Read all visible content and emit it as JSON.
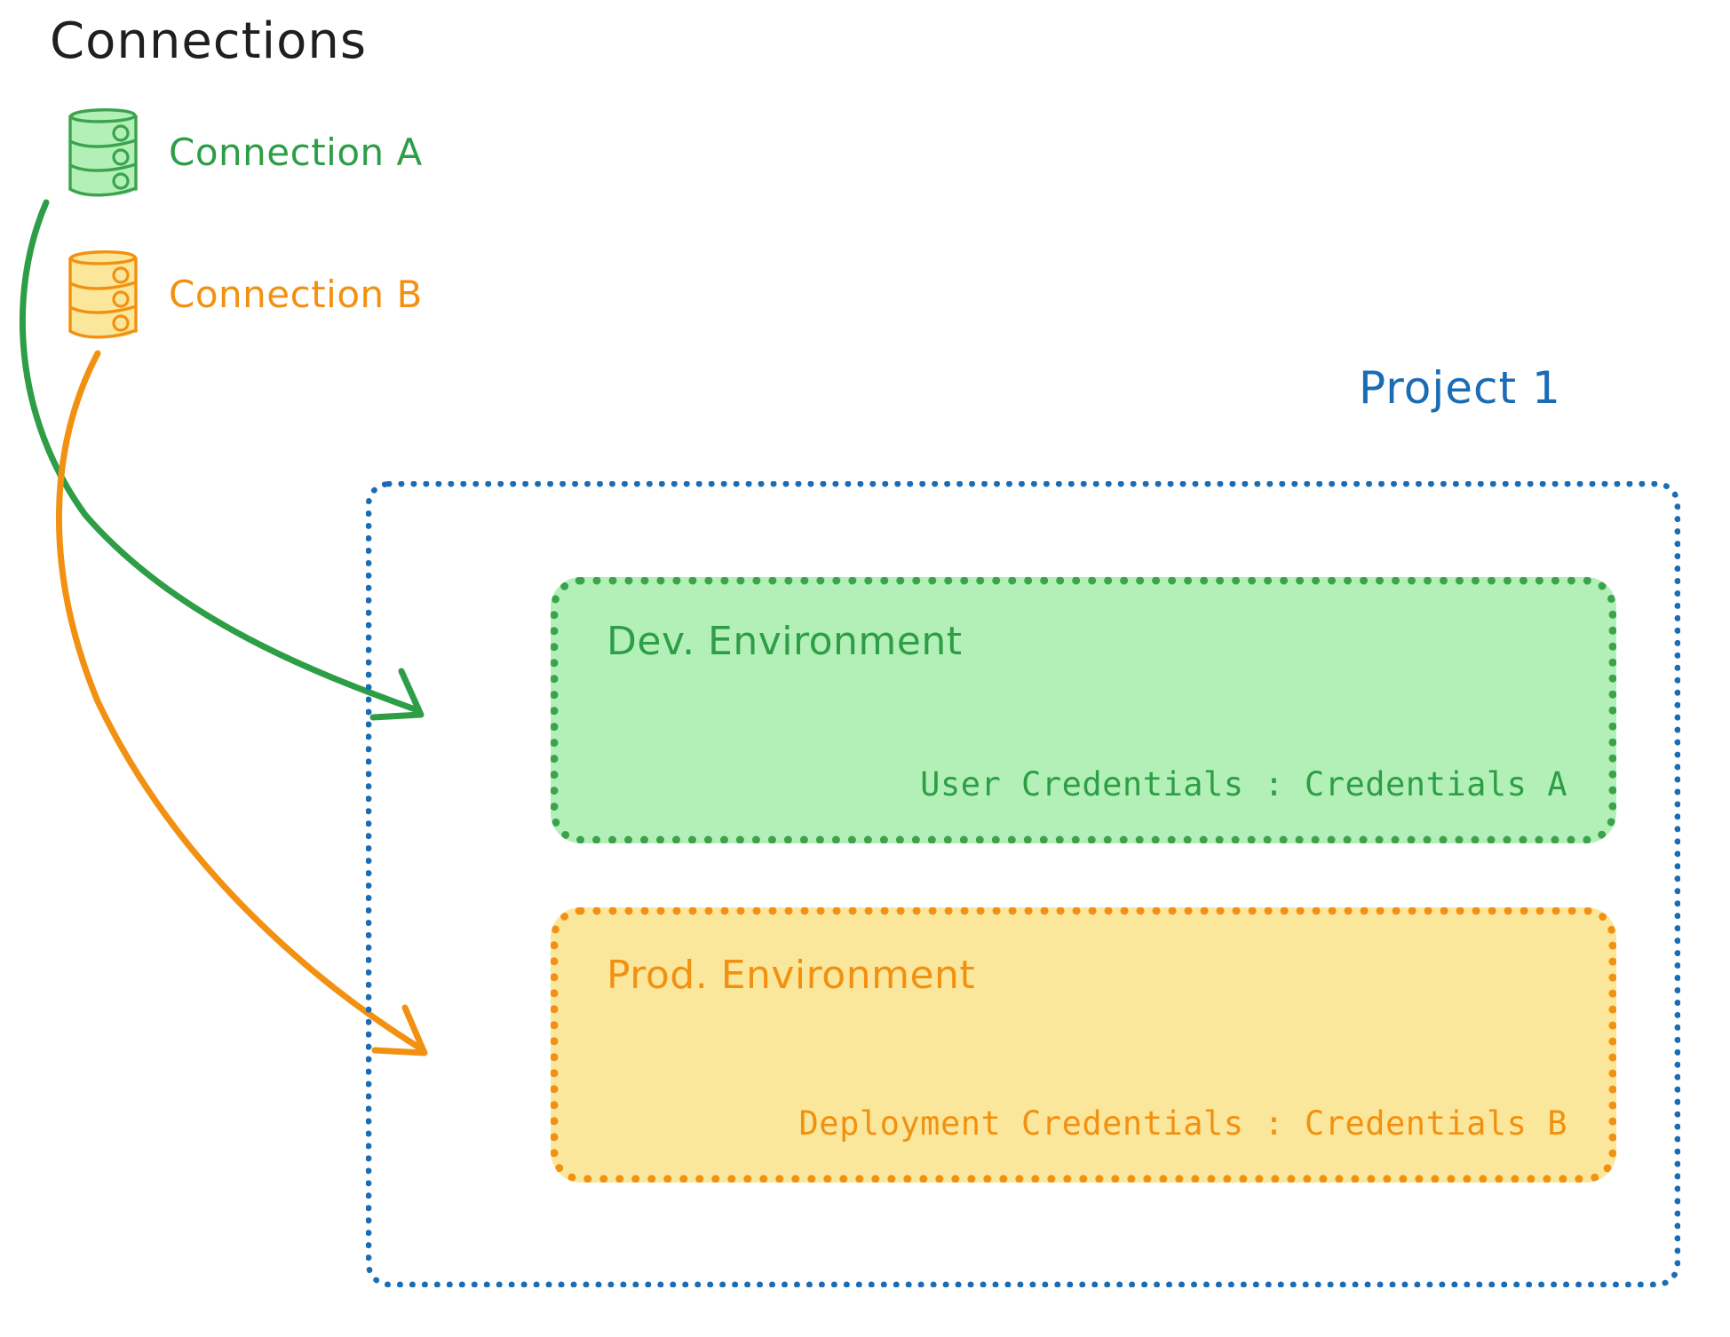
{
  "header": {
    "title": "Connections"
  },
  "connections": [
    {
      "label": "Connection A",
      "icon": "database-icon",
      "color": "#2E9E46"
    },
    {
      "label": "Connection B",
      "icon": "database-icon",
      "color": "#F29111"
    }
  ],
  "project": {
    "title": "Project 1",
    "color": "#1A6CB5",
    "environments": [
      {
        "title": "Dev. Environment",
        "credentials_label": "User Credentials : Credentials A",
        "border_color": "#3CA34D",
        "fill_color": "#B2F0B8",
        "text_color": "#2E9E46"
      },
      {
        "title": "Prod. Environment",
        "credentials_label": "Deployment Credentials : Credentials B",
        "border_color": "#F29111",
        "fill_color": "#FBE79B",
        "text_color": "#F29111"
      }
    ]
  },
  "edges": [
    {
      "name": "connection-a-to-dev-environment",
      "from": "Connection A",
      "to": "Dev. Environment",
      "color": "#2E9E46"
    },
    {
      "name": "connection-b-to-prod-environment",
      "from": "Connection B",
      "to": "Prod. Environment",
      "color": "#F29111"
    }
  ]
}
